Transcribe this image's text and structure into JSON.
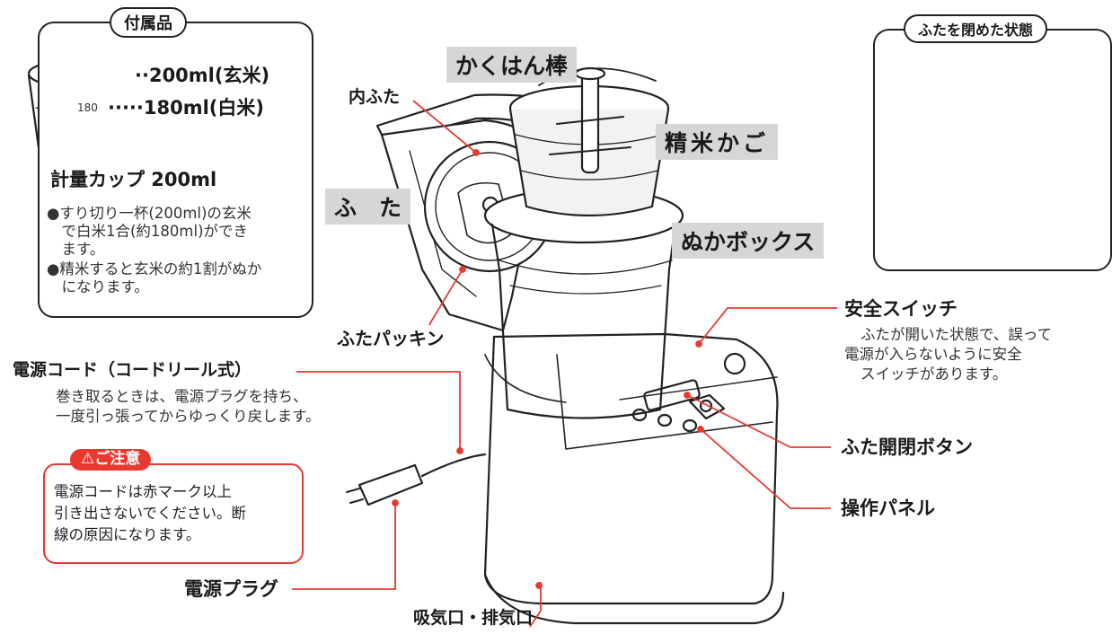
{
  "accessories": {
    "title": "付属品",
    "cup_mark_small": "180",
    "line_200": "··200ml(玄米)",
    "line_180": "·····180ml(白米)",
    "cup_name": "計量カップ 200ml",
    "bullet1_l1": "●すり切り一杯(200ml)の玄米",
    "bullet1_l2": "　で白米1合(約180ml)ができ",
    "bullet1_l3": "　ます。",
    "bullet2_l1": "●精米すると玄米の約1割がぬか",
    "bullet2_l2": "　になります。"
  },
  "closed_state": {
    "title": "ふたを閉めた状態"
  },
  "labels": {
    "inner_lid": "内ふた",
    "stir_rod": "かくはん棒",
    "polish_basket": "精米かご",
    "lid": "ふ　た",
    "bran_box": "ぬかボックス",
    "lid_packing": "ふたパッキン",
    "safety_switch": "安全スイッチ",
    "lid_button": "ふた開閉ボタン",
    "control_panel": "操作パネル",
    "power_cord": "電源コード（コードリール式）",
    "power_plug": "電源プラグ",
    "vents": "吸気口・排気口"
  },
  "notes": {
    "safety_l1": "ふたが開いた状態で、誤って",
    "safety_l2": "電源が入らないように安全",
    "safety_l3": "スイッチがあります。",
    "cord_l1": "巻き取るときは、電源プラグを持ち、",
    "cord_l2": "一度引っ張ってからゆっくり戻します。"
  },
  "caution": {
    "title": "⚠ご注意",
    "line1": "電源コードは赤マーク以上",
    "line2": "引き出さないでください。断",
    "line3": "線の原因になります。"
  },
  "colors": {
    "leader": "#e8392f",
    "shade": "#d6d6d6"
  }
}
